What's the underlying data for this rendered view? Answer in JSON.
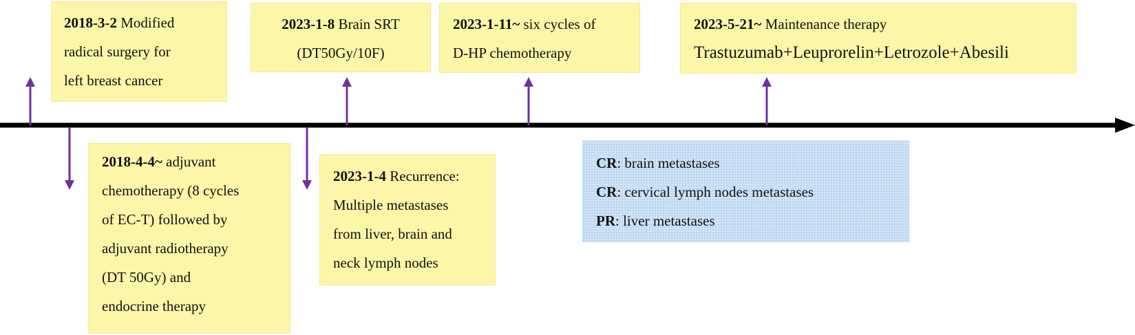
{
  "colors": {
    "event_box": "#fbf6a8",
    "response_box": "#cfe3f7",
    "arrow": "#7030a0",
    "timeline": "#000000"
  },
  "events": [
    {
      "date": "2018-3-2",
      "lines": [
        "Modified",
        "radical surgery for",
        "left breast cancer"
      ]
    },
    {
      "date": "2018-4-4~",
      "lines": [
        "adjuvant",
        "chemotherapy (8 cycles",
        "of EC-T) followed by",
        "adjuvant radiotherapy",
        "(DT 50Gy) and",
        "endocrine therapy"
      ]
    },
    {
      "date": "2023-1-4",
      "lines": [
        "Recurrence:",
        "Multiple metastases",
        "from liver, brain and",
        "neck lymph nodes"
      ]
    },
    {
      "date": "2023-1-8",
      "lines": [
        "Brain SRT",
        "(DT50Gy/10F)"
      ]
    },
    {
      "date": "2023-1-11~",
      "lines": [
        "six cycles of",
        "D-HP chemotherapy"
      ]
    },
    {
      "date": "2023-5-21~",
      "lines": [
        "Maintenance therapy",
        "Trastuzumab+Leuprorelin+Letrozole+Abesili"
      ]
    }
  ],
  "response": [
    {
      "label": "CR",
      "text": ": brain metastases"
    },
    {
      "label": "CR",
      "text": ": cervical lymph nodes metastases"
    },
    {
      "label": "PR",
      "text": ": liver metastases"
    }
  ]
}
